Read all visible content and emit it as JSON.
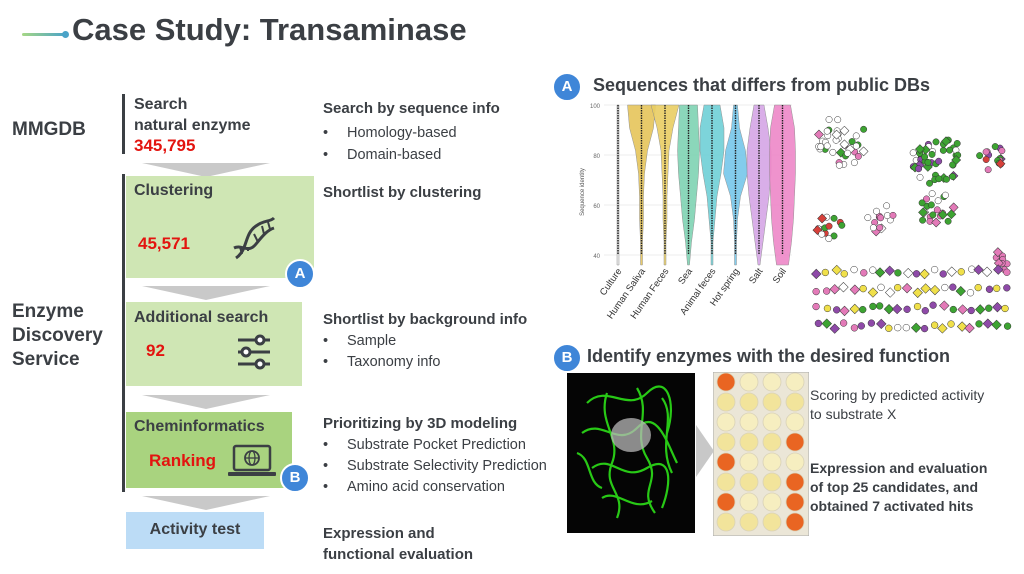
{
  "title": "Case Study: Transaminase",
  "side_labels": {
    "mmgdb": "MMGDB",
    "eds1": "Enzyme",
    "eds2": "Discovery",
    "eds3": "Service"
  },
  "stages": {
    "search": {
      "title1": "Search",
      "title2": "natural enzyme",
      "count": "345,795"
    },
    "clustering": {
      "title": "Clustering",
      "count": "45,571",
      "badge": "A",
      "icon": "dna-icon"
    },
    "additional": {
      "title": "Additional search",
      "count": "92",
      "icon": "sliders-icon"
    },
    "cheminformatics": {
      "title": "Cheminformatics",
      "label": "Ranking",
      "badge": "B",
      "icon": "laptop-globe-icon"
    },
    "activity": {
      "title": "Activity test"
    }
  },
  "descriptions": {
    "d1": {
      "head": "Search by sequence info",
      "items": [
        "Homology-based",
        "Domain-based"
      ]
    },
    "d2": {
      "head": "Shortlist by clustering"
    },
    "d3": {
      "head": "Shortlist by background info",
      "items": [
        "Sample",
        "Taxonomy info"
      ]
    },
    "d4": {
      "head": "Prioritizing by 3D modeling",
      "items": [
        "Substrate Pocket Prediction",
        "Substrate Selectivity Prediction",
        "Amino acid conservation"
      ]
    },
    "d5": {
      "head1": "Expression and",
      "head2": "functional evaluation"
    }
  },
  "section_a": {
    "badge": "A",
    "title": "Sequences that differs from public DBs",
    "ylabel": "Sequence identity",
    "yticks": [
      "100",
      "80",
      "60",
      "40"
    ],
    "categories": [
      "Culture",
      "Human Saliva",
      "Human Feces",
      "Sea",
      "Animal feces",
      "Hot spring",
      "Salt",
      "Soil"
    ],
    "colors": [
      "#e9e9e9",
      "#e6c55a",
      "#e9ce63",
      "#7fd3b3",
      "#6fd0d6",
      "#76c7ea",
      "#d5a6e6",
      "#ee88c8"
    ]
  },
  "section_b": {
    "badge": "B",
    "title": "Identify enzymes with the desired function",
    "text1a": "Scoring by predicted activity",
    "text1b": "to substrate X",
    "text2a": "Expression and evaluation",
    "text2b": "of top 25 candidates, and",
    "text2c": "obtained 7 activated hits"
  },
  "accent_color": "#3f86d8"
}
